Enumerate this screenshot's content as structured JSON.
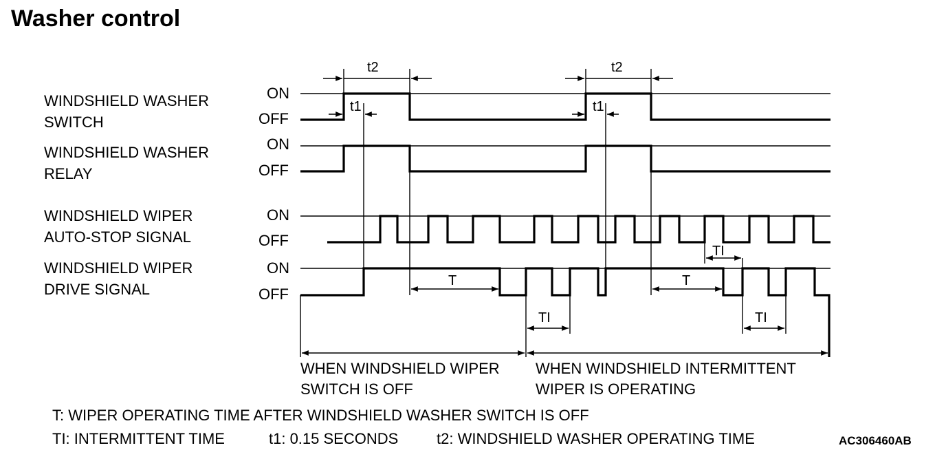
{
  "title": "Washer control",
  "signals": [
    {
      "line1": "WINDSHIELD WASHER",
      "line2": "SWITCH",
      "on": "ON",
      "off": "OFF"
    },
    {
      "line1": "WINDSHIELD WASHER",
      "line2": "RELAY",
      "on": "ON",
      "off": "OFF"
    },
    {
      "line1": "WINDSHIELD WIPER",
      "line2": "AUTO-STOP SIGNAL",
      "on": "ON",
      "off": "OFF"
    },
    {
      "line1": "WINDSHIELD WIPER",
      "line2": "DRIVE SIGNAL",
      "on": "ON",
      "off": "OFF"
    }
  ],
  "timing_labels": {
    "t2": "t2",
    "t1": "t1",
    "T": "T",
    "TI": "TI"
  },
  "sections": {
    "left_line1": "WHEN WINDSHIELD WIPER",
    "left_line2": "SWITCH IS OFF",
    "right_line1": "WHEN WINDSHIELD INTERMITTENT",
    "right_line2": "WIPER IS OPERATING"
  },
  "legend": {
    "T": "T: WIPER OPERATING TIME AFTER WINDSHIELD WASHER SWITCH IS OFF",
    "TI": "TI: INTERMITTENT TIME",
    "t1": "t1: 0.15 SECONDS",
    "t2": "t2: WINDSHIELD WASHER OPERATING TIME"
  },
  "figure_code": "AC306460AB"
}
